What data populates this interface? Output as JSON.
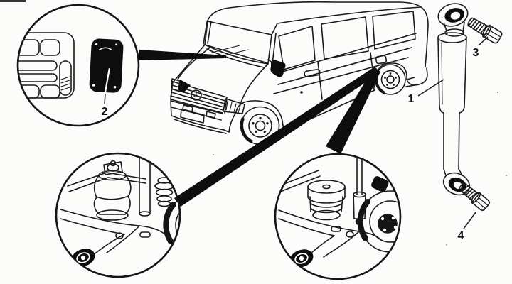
{
  "figure": {
    "kind": "vehicle-suspension-parts-diagram",
    "vehicle_drawing": "van-three-quarter-front-line-art",
    "callouts": {
      "c1": {
        "label": "1",
        "name": "rear-shock-absorber"
      },
      "c2": {
        "label": "2",
        "name": "identification-sticker"
      },
      "c3": {
        "label": "3",
        "name": "upper-mounting-bolt"
      },
      "c4": {
        "label": "4",
        "name": "lower-mounting-bolt"
      }
    },
    "insets": {
      "top_left": "vin-data-plate-and-sticker-detail",
      "bottom_left": "rear-axle-air-spring-detail",
      "bottom_right": "rear-axle-auxiliary-spring-detail"
    }
  },
  "colors": {
    "ink": "#1a1a1a",
    "fill_dark": "#0d0d0d",
    "paper": "#fcfcfb",
    "white": "#ffffff"
  }
}
